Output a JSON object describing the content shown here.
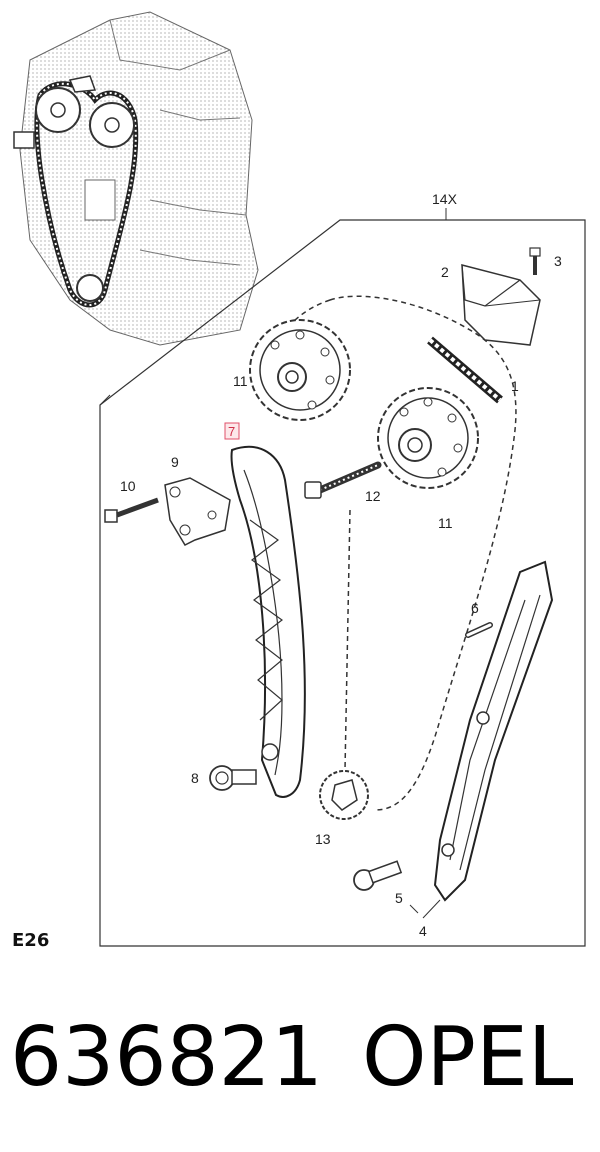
{
  "diagram": {
    "kit_label": "14X",
    "callouts": {
      "c1": "1",
      "c2": "2",
      "c3": "3",
      "c4": "4",
      "c5": "5",
      "c6": "6",
      "c7": "7",
      "c8": "8",
      "c9": "9",
      "c10": "10",
      "c11a": "11",
      "c11b": "11",
      "c12": "12",
      "c13": "13"
    },
    "sheet_code": "E26",
    "highlight_color": "#e0506a"
  },
  "footer": {
    "part_number": "636821",
    "brand": "OPEL"
  }
}
